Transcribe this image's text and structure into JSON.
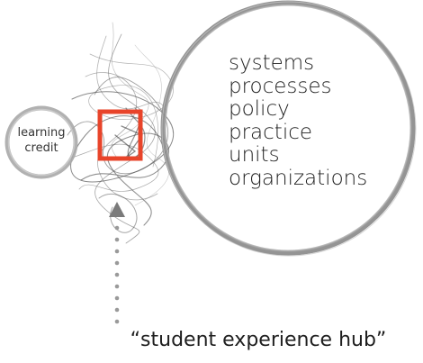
{
  "diagram": {
    "small_circle": {
      "lines": [
        "learning",
        "credit"
      ]
    },
    "large_circle": {
      "items": [
        "systems",
        "processes",
        "policy",
        "practice",
        "units",
        "organizations"
      ]
    },
    "caption": "“student experience hub”"
  },
  "colors": {
    "circle_stroke": "#8a8a8a",
    "small_circle_stroke": "#a3a3a3",
    "scribble": "#4a4a4a",
    "highlight": "#e8442a",
    "arrow": "#7a7a7a",
    "text": "#1e1e1e"
  }
}
